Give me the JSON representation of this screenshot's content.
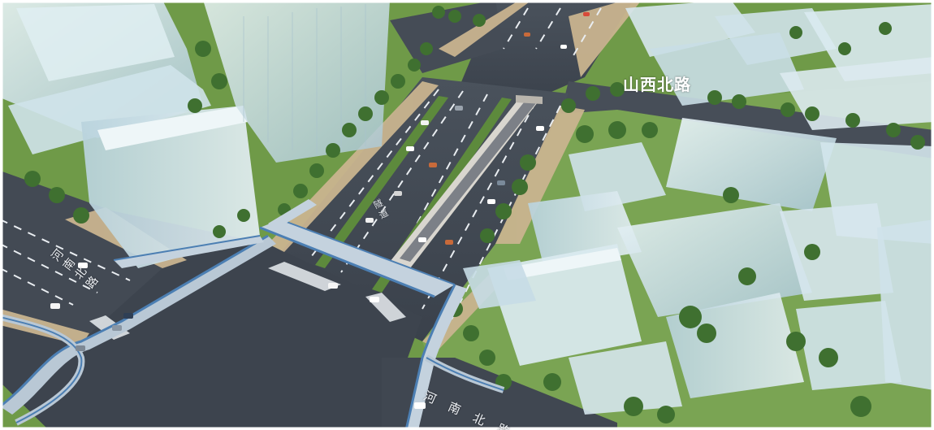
{
  "scene": {
    "colors": {
      "asphalt": "#3f4651",
      "asphalt_dark": "#353b45",
      "lane_marking": "#e9edf1",
      "sidewalk": "#c9b48f",
      "grass": "#5f8f3a",
      "grass_light": "#7ea650",
      "tree": "#3c6e2a",
      "building_glass": "#cfe3ea",
      "building_glass_shade": "#9fbcc9",
      "bridge_deck": "#b9c8d5",
      "bridge_rail": "#4c7fb3",
      "tunnel_wall": "#d9d6cf"
    }
  },
  "labels": {
    "shanxi_north_road": "山西北路",
    "henan_north_road_left": "河南北路",
    "henan_north_road_bottom": "河南北路",
    "tunnel_sign": "隧道"
  }
}
